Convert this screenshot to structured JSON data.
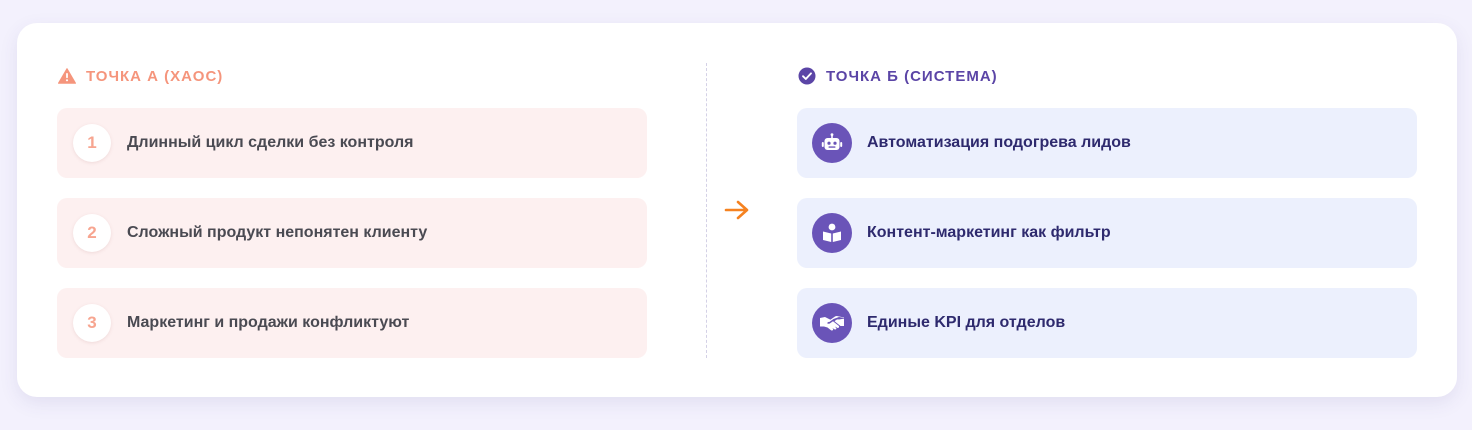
{
  "left": {
    "heading": "ТОЧКА А (ХАОС)",
    "heading_icon": "warning-icon",
    "items": [
      {
        "number": "1",
        "text": "Длинный цикл сделки без контроля"
      },
      {
        "number": "2",
        "text": "Сложный продукт непонятен клиенту"
      },
      {
        "number": "3",
        "text": "Маркетинг и продажи конфликтуют"
      }
    ]
  },
  "right": {
    "heading": "ТОЧКА Б (СИСТЕМА)",
    "heading_icon": "check-circle-icon",
    "items": [
      {
        "icon": "robot-icon",
        "text": "Автоматизация подогрева лидов"
      },
      {
        "icon": "book-reader-icon",
        "text": "Контент-маркетинг как фильтр"
      },
      {
        "icon": "handshake-icon",
        "text": "Единые KPI для отделов"
      }
    ]
  },
  "arrow_icon": "arrow-right-icon",
  "colors": {
    "background": "#f3f1fd",
    "card": "#ffffff",
    "chaos_accent": "#f5957c",
    "chaos_item_bg": "#fdf0f0",
    "system_accent": "#5b45a6",
    "system_icon_bg": "#6a54b8",
    "system_item_bg": "#ecf0fd",
    "arrow": "#f58220"
  }
}
